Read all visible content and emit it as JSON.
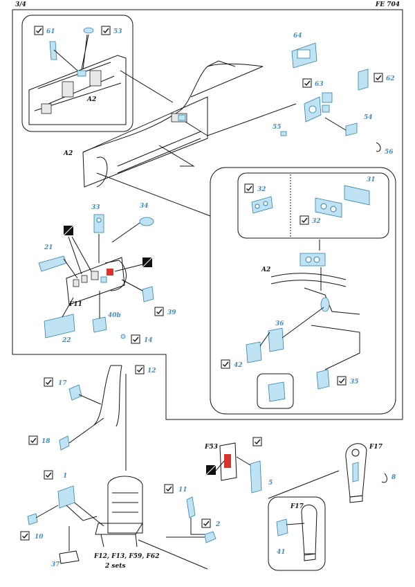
{
  "header": {
    "page": "3/4",
    "code": "FE 704"
  },
  "labels": {
    "a2_inset": "A2",
    "a2_main": "A2",
    "a2_right": "A2",
    "f11": "F11",
    "f53": "F53",
    "f17": "F17",
    "f17_inset": "F17",
    "seat_caption": "F12, F13, F59, F62",
    "seat_sets": "2 sets"
  },
  "parts": {
    "p61": "61",
    "p53": "53",
    "p64": "64",
    "p63": "63",
    "p62": "62",
    "p55": "55",
    "p54": "54",
    "p56": "56",
    "p32a": "32",
    "p31": "31",
    "p32b": "32",
    "p36": "36",
    "p42": "42",
    "p35": "35",
    "p33": "33",
    "p34": "34",
    "p21": "21",
    "p22": "22",
    "p40b": "40b",
    "p39": "39",
    "p14": "14",
    "p17": "17",
    "p12": "12",
    "p18": "18",
    "p1": "1",
    "p10": "10",
    "p37": "37",
    "p11": "11",
    "p2": "2",
    "p5": "5",
    "p8": "8",
    "p41": "41"
  },
  "colors": {
    "pe_fill": "#bfe3f3",
    "pe_stroke": "#2b7fae",
    "number": "#3a8fc8",
    "highlight": "#d9342b"
  }
}
